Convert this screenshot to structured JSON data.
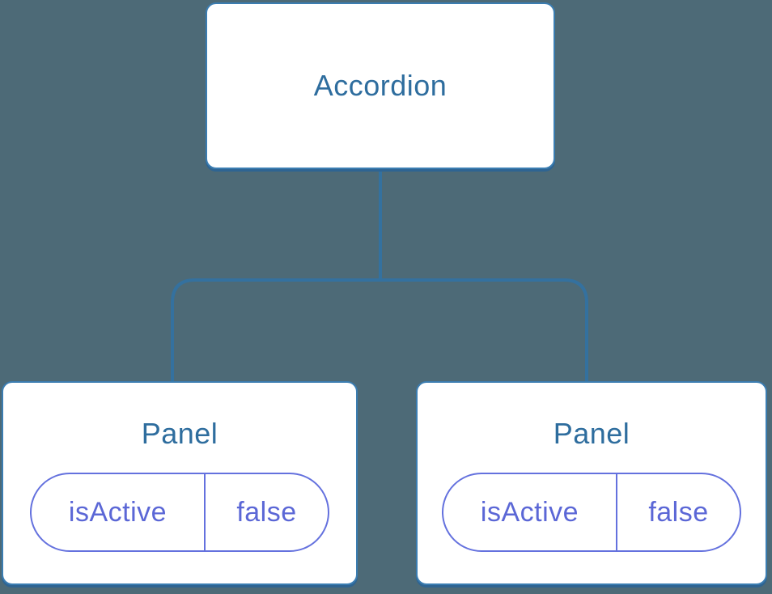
{
  "colors": {
    "background": "#4d6a77",
    "node_fill": "#ffffff",
    "node_border": "#3b7db1",
    "node_shadow_edge": "#2e6492",
    "connector": "#34719f",
    "node_label_text": "#2e6d9e",
    "state_pill": "#5b67d6"
  },
  "tree": {
    "root": {
      "label": "Accordion"
    },
    "children": [
      {
        "label": "Panel",
        "state": {
          "key": "isActive",
          "value": "false"
        }
      },
      {
        "label": "Panel",
        "state": {
          "key": "isActive",
          "value": "false"
        }
      }
    ]
  }
}
